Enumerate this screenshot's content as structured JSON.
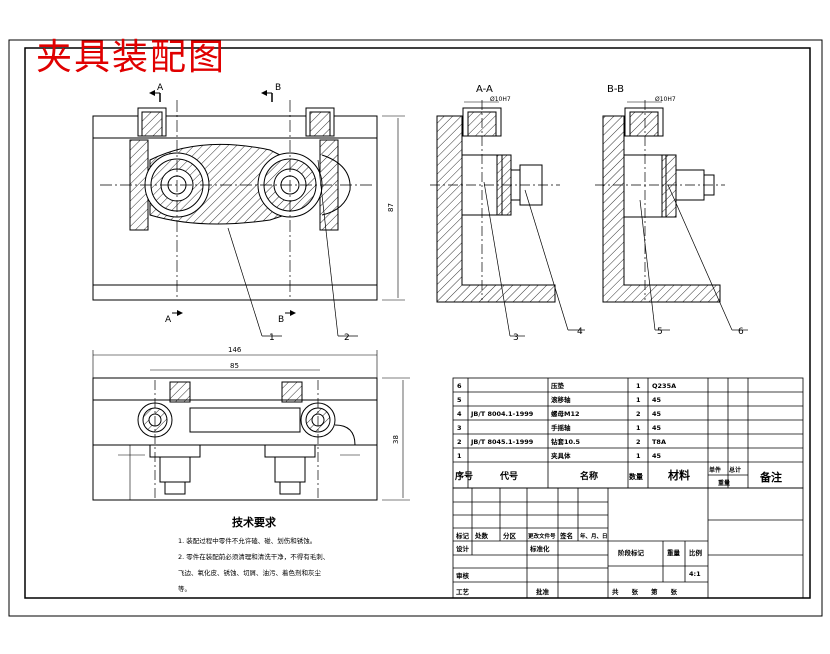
{
  "title": "夹具装配图",
  "colors": {
    "title": "#e00000",
    "line": "#000000"
  },
  "views": {
    "section_a_label": "A-A",
    "section_b_label": "B-B",
    "fit_a": "Ø10H7",
    "fit_b": "Ø10H7",
    "cut_a": "A",
    "cut_b": "B"
  },
  "dimensions": {
    "overall_height": "87",
    "width_146": "146",
    "width_85": "85",
    "height_38": "38"
  },
  "balloons": [
    "1",
    "2",
    "3",
    "4",
    "5",
    "6"
  ],
  "bom": {
    "rows": [
      {
        "no": "6",
        "code": "",
        "name": "压垫",
        "qty": "1",
        "material": "Q235A"
      },
      {
        "no": "5",
        "code": "",
        "name": "滚移轴",
        "qty": "1",
        "material": "45"
      },
      {
        "no": "4",
        "code": "JB/T 8004.1-1999",
        "name": "螺母M12",
        "qty": "2",
        "material": "45"
      },
      {
        "no": "3",
        "code": "",
        "name": "手摇轴",
        "qty": "1",
        "material": "45"
      },
      {
        "no": "2",
        "code": "JB/T 8045.1-1999",
        "name": "钻套10.5",
        "qty": "2",
        "material": "T8A"
      },
      {
        "no": "1",
        "code": "",
        "name": "夹具体",
        "qty": "1",
        "material": "45"
      }
    ],
    "headers": {
      "no": "序号",
      "code": "代号",
      "name": "名称",
      "qty": "数量",
      "material": "材料",
      "unit": "单件",
      "total": "总计",
      "weight": "重量",
      "remark": "备注"
    }
  },
  "title_block": {
    "mark": "标记",
    "count": "处数",
    "zone": "分区",
    "doc": "更改文件号",
    "sign": "签名",
    "date": "年、月、日",
    "design": "设计",
    "standard": "标准化",
    "stage": "阶段标记",
    "weight": "重量",
    "scale": "比例",
    "scale_value": "4:1",
    "check": "审核",
    "process": "工艺",
    "approve": "批准",
    "sheet": "共　　张　　第　　张"
  },
  "notes": {
    "heading": "技术要求",
    "items": [
      "1. 装配过程中零件不允许磕、碰、划伤和锈蚀。",
      "2. 零件在装配前必须清理和清洗干净，不得有毛刺、",
      "飞边、氧化皮、锈蚀、切屑、油污、着色剂和灰尘",
      "等。"
    ]
  }
}
